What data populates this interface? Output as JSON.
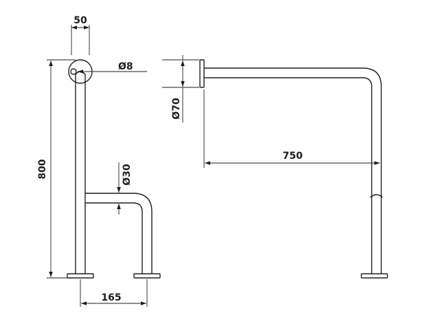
{
  "dimensions": {
    "tube_offset": "50",
    "screw_dia": "Ø8",
    "height": "800",
    "tube_dia": "Ø30",
    "foot_spacing": "165",
    "flange_dia": "Ø70",
    "projection": "750"
  },
  "colors": {
    "ink": "#1e1e1e",
    "background": "#ffffff"
  }
}
